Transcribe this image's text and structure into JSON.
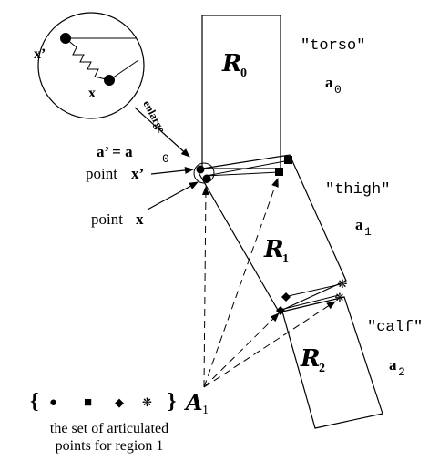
{
  "inset": {
    "label_x_prime": "x’",
    "label_x": "x",
    "enlarge_label": "enlarge"
  },
  "regions": {
    "r0": {
      "symbol": "R",
      "sub": "0",
      "name": "\"torso\"",
      "vector": "a",
      "vector_sub": "0"
    },
    "r1": {
      "symbol": "R",
      "sub": "1",
      "name": "\"thigh\"",
      "vector": "a",
      "vector_sub": "1"
    },
    "r2": {
      "symbol": "R",
      "sub": "2",
      "name": "\"calf\"",
      "vector": "a",
      "vector_sub": "2"
    }
  },
  "left_labels": {
    "a_prime_eq": "a’ = a",
    "a_prime_sub": "0",
    "point_x_prime_word": "point",
    "point_x_prime_var": "x’",
    "point_x_word": "point",
    "point_x_var": "x"
  },
  "set_label": {
    "open_brace": "{",
    "symbols": [
      "●",
      "■",
      "◆",
      "❋"
    ],
    "close_brace": "}",
    "set_symbol": "A",
    "set_sub": "1",
    "caption_line1": "the set of articulated",
    "caption_line2": "points for region 1"
  }
}
